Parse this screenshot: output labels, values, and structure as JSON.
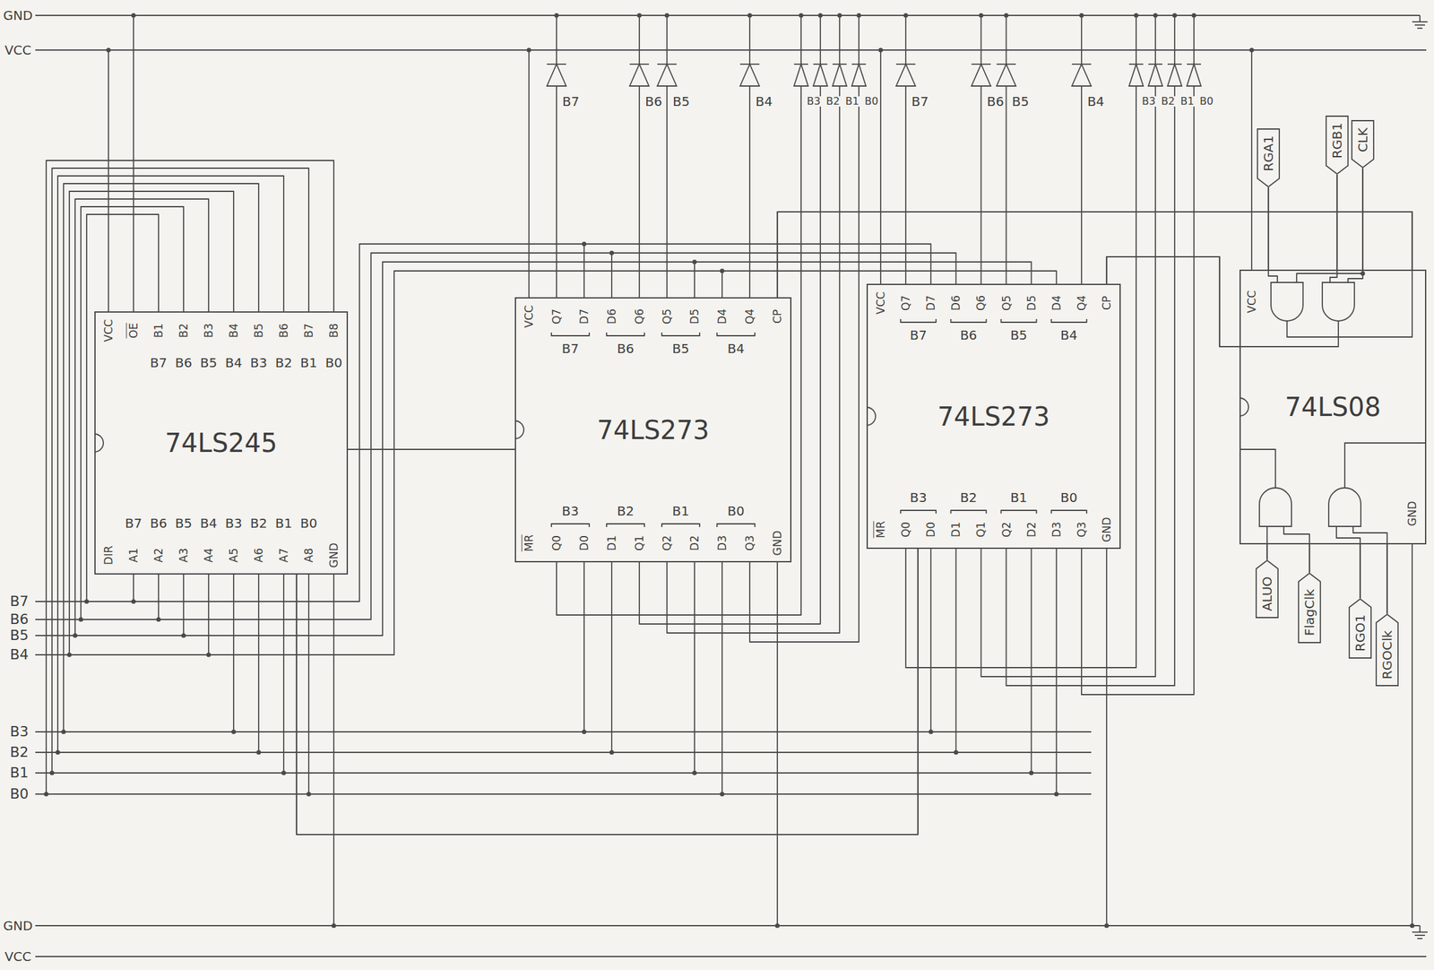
{
  "diagram": {
    "nodes": [
      {
        "text": [
          "74LS245"
        ]
      },
      {
        "text": [
          "74LS273"
        ]
      },
      {
        "text": [
          "74LS273"
        ]
      },
      {
        "text": [
          "74LS08"
        ]
      },
      {
        "text": [
          "RGA1"
        ]
      },
      {
        "text": [
          "RGB1"
        ]
      },
      {
        "text": [
          "CLK"
        ]
      },
      {
        "text": [
          "ALUO"
        ]
      },
      {
        "text": [
          "FlagClk"
        ]
      },
      {
        "text": [
          "RGO1"
        ]
      },
      {
        "text": [
          "RGOClk"
        ]
      }
    ],
    "edges": [
      {
        "from": 0,
        "to": 1,
        "arrow": "none"
      },
      {
        "from": 0,
        "to": 2,
        "arrow": "none"
      },
      {
        "from": 3,
        "to": 1,
        "arrow": "none"
      },
      {
        "from": 3,
        "to": 2,
        "arrow": "none"
      },
      {
        "from": 4,
        "to": 3,
        "arrow": "none"
      },
      {
        "from": 5,
        "to": 3,
        "arrow": "none"
      },
      {
        "from": 6,
        "to": 3,
        "arrow": "none"
      },
      {
        "from": 7,
        "to": 3,
        "arrow": "none"
      },
      {
        "from": 8,
        "to": 3,
        "arrow": "none"
      },
      {
        "from": 9,
        "to": 3,
        "arrow": "none"
      },
      {
        "from": 10,
        "to": 3,
        "arrow": "none"
      }
    ],
    "labels": [
      "GND",
      "VCC",
      "GND",
      "VCC",
      "VCC",
      "OE",
      "B1",
      "B2",
      "B3",
      "B4",
      "B5",
      "B6",
      "B7",
      "B8",
      "B7",
      "B6",
      "B5",
      "B4",
      "B3",
      "B2",
      "B1",
      "B0",
      "B7",
      "B6",
      "B5",
      "B4",
      "B3",
      "B2",
      "B1",
      "B0",
      "DIR",
      "A1",
      "A2",
      "A3",
      "A4",
      "A5",
      "A6",
      "A7",
      "A8",
      "GND",
      "VCC",
      "Q7",
      "D7",
      "D6",
      "Q6",
      "Q5",
      "D5",
      "D4",
      "Q4",
      "CP",
      "B7",
      "B6",
      "B5",
      "B4",
      "B3",
      "B2",
      "B1",
      "B0",
      "MR",
      "Q0",
      "D0",
      "D1",
      "Q1",
      "Q2",
      "D2",
      "D3",
      "Q3",
      "GND",
      "VCC",
      "Q7",
      "D7",
      "D6",
      "Q6",
      "Q5",
      "D5",
      "D4",
      "Q4",
      "CP",
      "B7",
      "B6",
      "B5",
      "B4",
      "B3",
      "B2",
      "B1",
      "B0",
      "MR",
      "Q0",
      "D0",
      "D1",
      "Q1",
      "Q2",
      "D2",
      "D3",
      "Q3",
      "GND",
      "VCC",
      "GND",
      "B7",
      "B6",
      "B5",
      "B4",
      "B3",
      "B2",
      "B1",
      "B0",
      "B7",
      "B6",
      "B5",
      "B4",
      "B3",
      "B2",
      "B1",
      "B0",
      "B7",
      "B6",
      "B5",
      "B4",
      "B3",
      "B2",
      "B1",
      "B0"
    ]
  }
}
